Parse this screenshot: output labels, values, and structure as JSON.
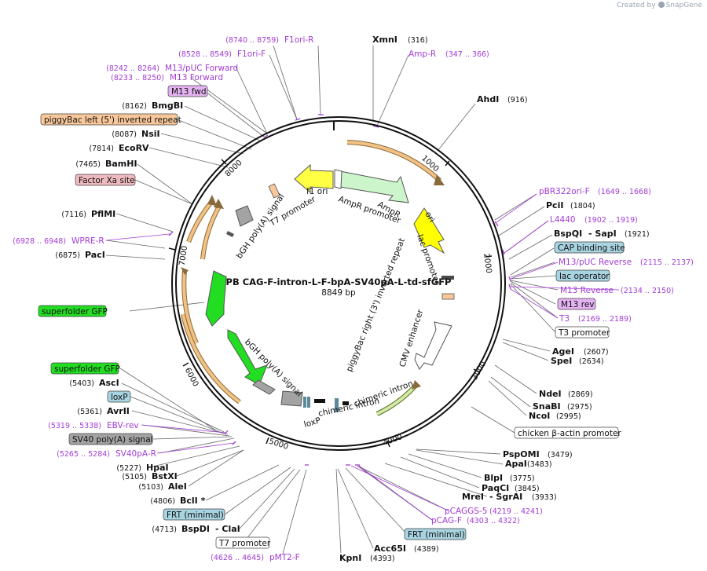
{
  "credit": {
    "prefix": "Created by",
    "brand": "SnapGene"
  },
  "plasmid": {
    "name": "PB CAG-F-intron-L-F-bpA-SV40pA-L-td-sfGFP",
    "size": "8849 bp"
  },
  "ring_ticks": [
    "1000",
    "2000",
    "3000",
    "4000",
    "5000",
    "6000",
    "7000",
    "8000"
  ],
  "inner_labels": {
    "f1_ori": "f1 ori",
    "ampr": "AmpR",
    "ampr_promoter": "AmpR promoter",
    "ori": "ori",
    "lac_promoter": "lac promoter",
    "t7_promoter": "T7 promoter",
    "bgh_top": "bGH poly(A) signal",
    "cmv": "CMV enhancer",
    "pb_right": "piggyBac right (3') inverted repeat",
    "chimeric_intron_1": "chimeric intron",
    "chimeric_intron_2": "chimeric intron",
    "loxp": "loxP",
    "bgh_bottom": "bGH poly(A) signal"
  },
  "left_labels": {
    "f1ori_r": {
      "pos": "(8740 .. 8759)",
      "name": "F1ori-R"
    },
    "f1ori_f": {
      "pos": "(8528 .. 8549)",
      "name": "F1ori-F"
    },
    "m13puc_fwd": {
      "pos": "(8242 .. 8264)",
      "name": "M13/pUC Forward"
    },
    "m13_forward": {
      "pos": "(8233 .. 8250)",
      "name": "M13 Forward"
    },
    "m13_fwd_box": "M13 fwd",
    "bmgbi": {
      "pos": "(8162)",
      "name": "BmgBI"
    },
    "piggybac_left": "piggyBac left (5') inverted repeat",
    "nsii": {
      "pos": "(8087)",
      "name": "NsiI"
    },
    "ecorv": {
      "pos": "(7814)",
      "name": "EcoRV"
    },
    "bamhi": {
      "pos": "(7465)",
      "name": "BamHI"
    },
    "factor_xa": "Factor Xa site",
    "pflmi": {
      "pos": "(7116)",
      "name": "PflMI"
    },
    "wpre_r": {
      "pos": "(6928 .. 6948)",
      "name": "WPRE-R"
    },
    "paci": {
      "pos": "(6875)",
      "name": "PacI"
    },
    "sfgfp_1": "superfolder GFP",
    "sfgfp_2": "superfolder GFP",
    "asci": {
      "pos": "(5403)",
      "name": "AscI"
    },
    "loxp_box": "loxP",
    "avrii": {
      "pos": "(5361)",
      "name": "AvrII"
    },
    "ebv_rev": {
      "pos": "(5319 .. 5338)",
      "name": "EBV-rev"
    },
    "sv40_polya": "SV40 poly(A) signal",
    "sv40pa_r": {
      "pos": "(5265 .. 5284)",
      "name": "SV40pA-R"
    },
    "hpai": {
      "pos": "(5227)",
      "name": "HpaI"
    },
    "bstxi": {
      "pos": "(5105)",
      "name": "BstXI"
    },
    "alei": {
      "pos": "(5103)",
      "name": "AleI"
    },
    "bcli": {
      "pos": "(4806)",
      "name": "BclI *"
    },
    "frt_min_1": "FRT (minimal)",
    "bspdi": {
      "pos": "(4713)",
      "name": "BspDI",
      "extra": "- ClaI"
    },
    "t7_promoter_box": "T7 promoter",
    "pmt2_f": {
      "pos": "(4626 .. 4645)",
      "name": "pMT2-F"
    }
  },
  "right_labels": {
    "xmni": {
      "name": "XmnI",
      "pos": "(316)"
    },
    "amp_r": {
      "name": "Amp-R",
      "pos": "(347 .. 366)"
    },
    "ahdi": {
      "name": "AhdI",
      "pos": "(916)"
    },
    "pbr322ori_f": {
      "name": "pBR322ori-F",
      "pos": "(1649 .. 1668)"
    },
    "pcii": {
      "name": "PciI",
      "pos": "(1804)"
    },
    "l4440": {
      "name": "L4440",
      "pos": "(1902 .. 1919)"
    },
    "bspqi": {
      "name": "BspQI",
      "extra": "- SapI",
      "pos": "(1921)"
    },
    "cap_site": "CAP binding site",
    "m13puc_rev": {
      "name": "M13/pUC Reverse",
      "pos": "(2115 .. 2137)"
    },
    "lac_operator": "lac operator",
    "m13_reverse": {
      "name": "M13 Reverse",
      "pos": "(2134 .. 2150)"
    },
    "m13_rev_box": "M13 rev",
    "t3": {
      "name": "T3",
      "pos": "(2169 .. 2189)"
    },
    "t3_promoter": "T3 promoter",
    "agei": {
      "name": "AgeI",
      "pos": "(2607)"
    },
    "spei": {
      "name": "SpeI",
      "pos": "(2634)"
    },
    "ndei": {
      "name": "NdeI",
      "pos": "(2869)"
    },
    "snabi": {
      "name": "SnaBI",
      "pos": "(2975)"
    },
    "ncoi": {
      "name": "NcoI",
      "pos": "(2995)"
    },
    "chicken_actin": "chicken β-actin promoter",
    "pspomi": {
      "name": "PspOMI",
      "pos": "(3479)"
    },
    "apai": {
      "name": "ApaI",
      "pos": "(3483)"
    },
    "blpi": {
      "name": "BlpI",
      "pos": "(3775)"
    },
    "paqci": {
      "name": "PaqCI",
      "pos": "(3845)"
    },
    "mrei": {
      "name": "MreI",
      "extra": "- SgrAI",
      "pos": "(3933)"
    },
    "pcaggs5": {
      "name": "pCAGGS-5",
      "pos": "(4219 .. 4241)"
    },
    "pcag_f": {
      "name": "pCAG-F",
      "pos": "(4303 .. 4322)"
    },
    "frt_min_2": "FRT (minimal)",
    "acc65i": {
      "name": "Acc65I",
      "pos": "(4389)"
    },
    "kpni": {
      "name": "KpnI",
      "pos": "(4393)"
    }
  },
  "colors": {
    "primer": "#a23bd6",
    "ori": "#ffff00",
    "ampr": "#ccf5cc",
    "gfp": "#22dd22",
    "f1": "#ffff44",
    "orf": "#f2c184",
    "grey": "#a3a3a3",
    "teal": "#5d8a99",
    "m13": "#e4b2f1",
    "cap": "#a8d3e0",
    "factor": "#efb9c0",
    "piggy": "#f9c89a"
  }
}
